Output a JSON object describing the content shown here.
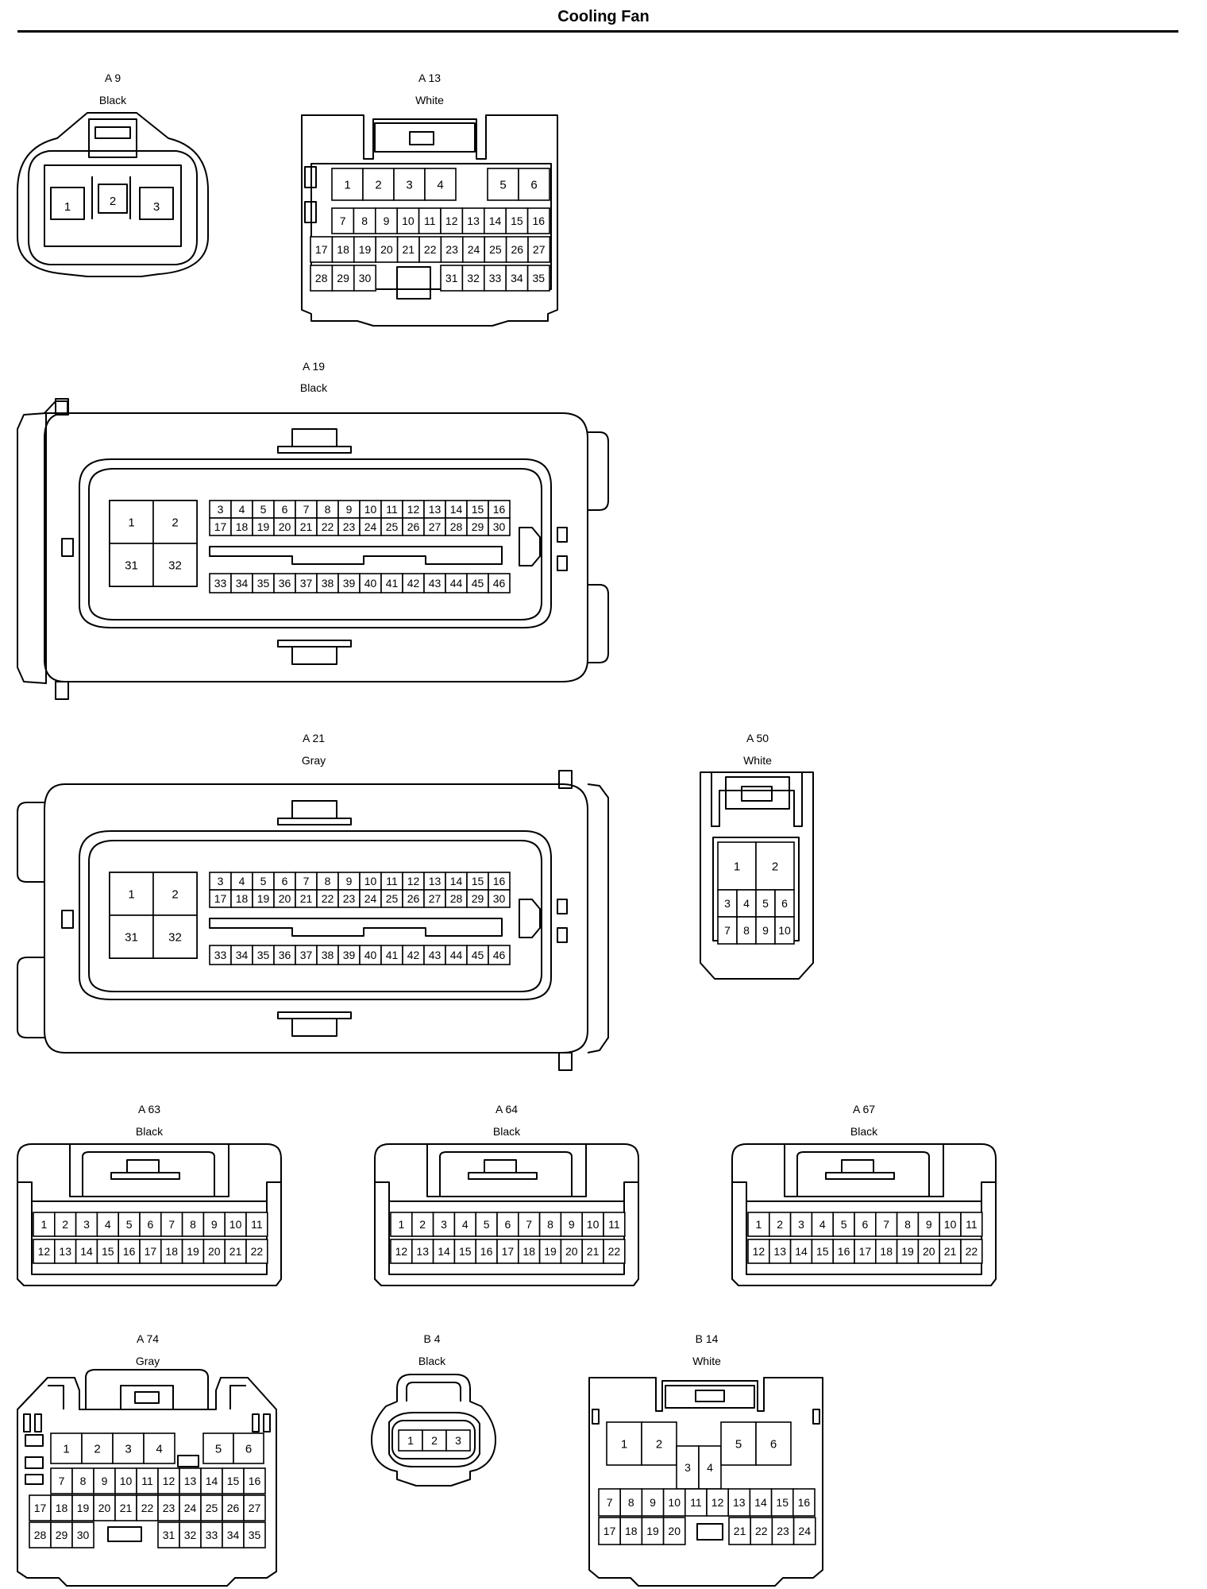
{
  "page": {
    "title": "Cooling Fan"
  },
  "connectors": {
    "A9": {
      "name": "A 9",
      "color": "Black"
    },
    "A13": {
      "name": "A 13",
      "color": "White"
    },
    "A19": {
      "name": "A 19",
      "color": "Black"
    },
    "A21": {
      "name": "A 21",
      "color": "Gray"
    },
    "A50": {
      "name": "A 50",
      "color": "White"
    },
    "A63": {
      "name": "A 63",
      "color": "Black"
    },
    "A64": {
      "name": "A 64",
      "color": "Black"
    },
    "A67": {
      "name": "A 67",
      "color": "Black"
    },
    "A74": {
      "name": "A 74",
      "color": "Gray"
    },
    "B4": {
      "name": "B 4",
      "color": "Black"
    },
    "B14": {
      "name": "B 14",
      "color": "White"
    }
  }
}
